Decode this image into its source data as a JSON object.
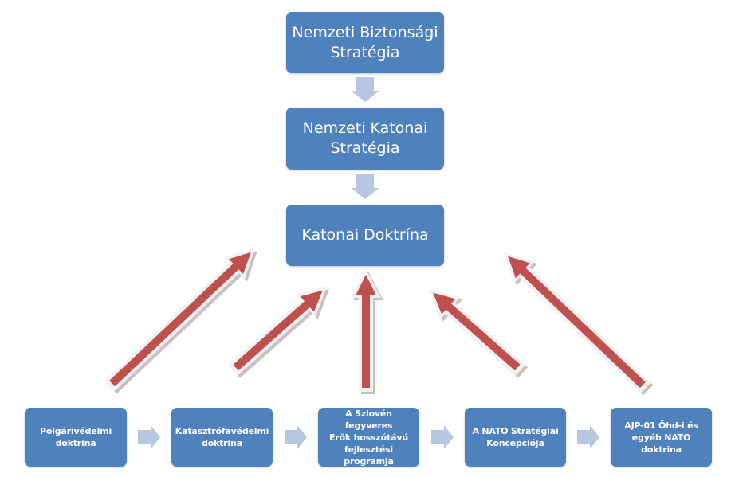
{
  "diagram": {
    "top_chain": [
      {
        "id": "nbs",
        "label": "Nemzeti Biztonsági\nStratégia"
      },
      {
        "id": "nks",
        "label": "Nemzeti Katonai\nStratégia"
      },
      {
        "id": "kd",
        "label": "Katonai Doktrína"
      }
    ],
    "bottom_row": [
      {
        "id": "pvd",
        "label": "Polgárivédelmi\ndoktrina"
      },
      {
        "id": "kvd",
        "label": "Katasztrófavédelmi\ndoktrina"
      },
      {
        "id": "szfe",
        "label": "A Szlovén fegyveres\nErők hosszútávú\nfejlesztési\nprogramja"
      },
      {
        "id": "nsk",
        "label": "A NATO Stratégiai\nKoncepciója"
      },
      {
        "id": "ajp",
        "label": "AJP-01 Öhd-i és\negyéb NATO\ndoktrina"
      }
    ],
    "connectors": {
      "chain_down": [
        [
          "nbs",
          "nks"
        ],
        [
          "nks",
          "kd"
        ]
      ],
      "row_right": [
        [
          "pvd",
          "kvd"
        ],
        [
          "kvd",
          "szfe"
        ],
        [
          "szfe",
          "nsk"
        ],
        [
          "nsk",
          "ajp"
        ]
      ],
      "influence_up": [
        "pvd",
        "kvd",
        "szfe",
        "nsk",
        "ajp"
      ],
      "influence_target": "kd"
    },
    "colors": {
      "box_fill": "#4f81bd",
      "box_text": "#ffffff",
      "flow_arrow": "#b8c7e0",
      "influence_arrow": "#c0504d",
      "influence_outline": "#f2f2f2",
      "influence_shadow": "#a08a90"
    }
  }
}
